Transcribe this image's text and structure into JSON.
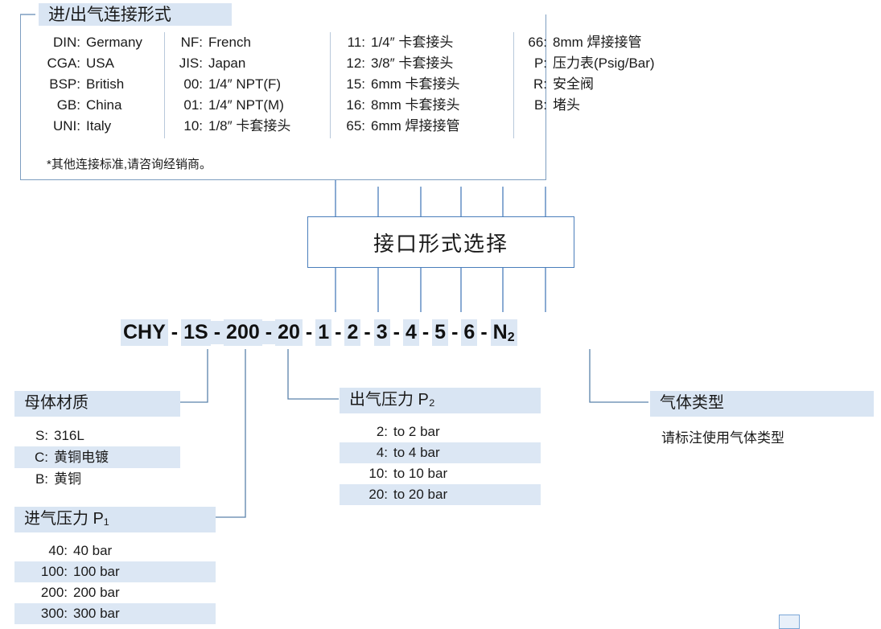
{
  "title_box": {
    "heading": "进/出气连接形式",
    "columns": [
      {
        "items": [
          {
            "code": "DIN:",
            "label": "Germany"
          },
          {
            "code": "CGA:",
            "label": "USA"
          },
          {
            "code": "BSP:",
            "label": "British"
          },
          {
            "code": "GB:",
            "label": "China"
          },
          {
            "code": "UNI:",
            "label": "Italy"
          }
        ]
      },
      {
        "items": [
          {
            "code": "NF:",
            "label": "French"
          },
          {
            "code": "JIS:",
            "label": "Japan"
          },
          {
            "code": "00:",
            "label": "1/4″ NPT(F)"
          },
          {
            "code": "01:",
            "label": "1/4″ NPT(M)"
          },
          {
            "code": "10:",
            "label": "1/8″  卡套接头"
          }
        ]
      },
      {
        "items": [
          {
            "code": "11:",
            "label": "1/4″  卡套接头"
          },
          {
            "code": "12:",
            "label": "3/8″  卡套接头"
          },
          {
            "code": "15:",
            "label": "6mm 卡套接头"
          },
          {
            "code": "16:",
            "label": "8mm 卡套接头"
          },
          {
            "code": "65:",
            "label": "6mm 焊接接管"
          }
        ]
      },
      {
        "items": [
          {
            "code": "66:",
            "label": "8mm 焊接接管"
          },
          {
            "code": "P:",
            "label": "压力表(Psig/Bar)"
          },
          {
            "code": "R:",
            "label": "安全阀"
          },
          {
            "code": "B:",
            "label": "堵头"
          }
        ]
      }
    ],
    "note": "*其他连接标准,请咨询经销商。"
  },
  "center_box": {
    "label": "接口形式选择"
  },
  "model_code": {
    "segments": [
      {
        "text": "CHY",
        "highlight": false
      },
      {
        "text": "-",
        "separator": true
      },
      {
        "text": "1S",
        "highlight": true
      },
      {
        "text": "-",
        "separator": true
      },
      {
        "text": "200",
        "highlight": true
      },
      {
        "text": "-",
        "separator": true
      },
      {
        "text": "20",
        "highlight": true
      },
      {
        "text": "-",
        "separator": true
      },
      {
        "text": "1",
        "highlight": true
      },
      {
        "text": "-",
        "separator": true
      },
      {
        "text": "2",
        "highlight": true
      },
      {
        "text": "-",
        "separator": true
      },
      {
        "text": "3",
        "highlight": true
      },
      {
        "text": "-",
        "separator": true
      },
      {
        "text": "4",
        "highlight": true
      },
      {
        "text": "-",
        "separator": true
      },
      {
        "text": "5",
        "highlight": true
      },
      {
        "text": "-",
        "separator": true
      },
      {
        "text": "6",
        "highlight": true
      },
      {
        "text": "-",
        "separator": true
      },
      {
        "text": "N",
        "highlight": true,
        "subscript": "2"
      }
    ],
    "full_text": "CHY - 1S -200- 20 - 1 - 2 - 3 - 4 - 5 - 6 - N2"
  },
  "material_block": {
    "heading": "母体材质",
    "rows": [
      {
        "code": "S:",
        "label": "316L",
        "highlight": false
      },
      {
        "code": "C:",
        "label": "黄铜电镀",
        "highlight": true
      },
      {
        "code": "B:",
        "label": "黄铜",
        "highlight": false
      }
    ]
  },
  "inlet_pressure_block": {
    "heading": "进气压力 P₁",
    "rows": [
      {
        "code": "40:",
        "label": "40 bar",
        "highlight": false
      },
      {
        "code": "100:",
        "label": "100 bar",
        "highlight": true
      },
      {
        "code": "200:",
        "label": "200 bar",
        "highlight": false
      },
      {
        "code": "300:",
        "label": "300 bar",
        "highlight": true
      }
    ]
  },
  "outlet_pressure_block": {
    "heading": "出气压力 P₂",
    "rows": [
      {
        "code": "2:",
        "label": "to 2 bar",
        "highlight": false
      },
      {
        "code": "4:",
        "label": "to 4 bar",
        "highlight": true
      },
      {
        "code": "10:",
        "label": "to 10 bar",
        "highlight": false
      },
      {
        "code": "20:",
        "label": "to 20 bar",
        "highlight": true
      }
    ]
  },
  "gas_type_block": {
    "heading": "气体类型",
    "note": "请标注使用气体类型"
  },
  "colors": {
    "highlight": "#dce7f4",
    "header_highlight": "#d9e5f3",
    "line": "#4a7ebb",
    "line_soft": "#7d9ec0",
    "text": "#1a1a1a"
  }
}
